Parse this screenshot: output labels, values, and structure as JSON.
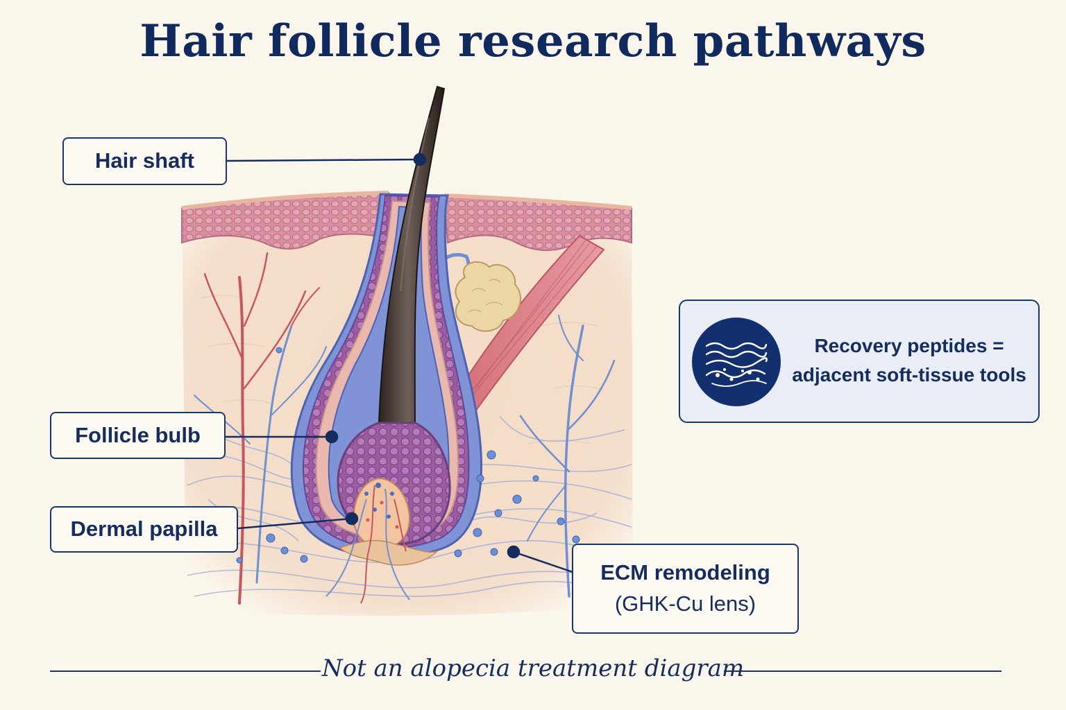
{
  "title": "Hair follicle research pathways",
  "labels": {
    "hair_shaft": "Hair shaft",
    "follicle_bulb": "Follicle bulb",
    "dermal_papilla": "Dermal papilla",
    "ecm_line1": "ECM remodeling",
    "ecm_line2": "(GHK-Cu lens)"
  },
  "info": {
    "line1": "Recovery peptides =",
    "line2": "adjacent soft-tissue tools",
    "icon": "tissue-waves-icon"
  },
  "footer": "Not an alopecia treatment diagram",
  "colors": {
    "navy": "#102a5e",
    "background": "#fbf6ec",
    "skin": "#f3dcc6",
    "epidermis": "#d98b9c",
    "sheath_blue": "#7f93d6",
    "sheath_purple": "#a678b4",
    "hair": "#3b2f2b",
    "gland": "#ecd6a4",
    "vessel_red": "#c8545e",
    "vessel_blue": "#6f8fd0"
  }
}
